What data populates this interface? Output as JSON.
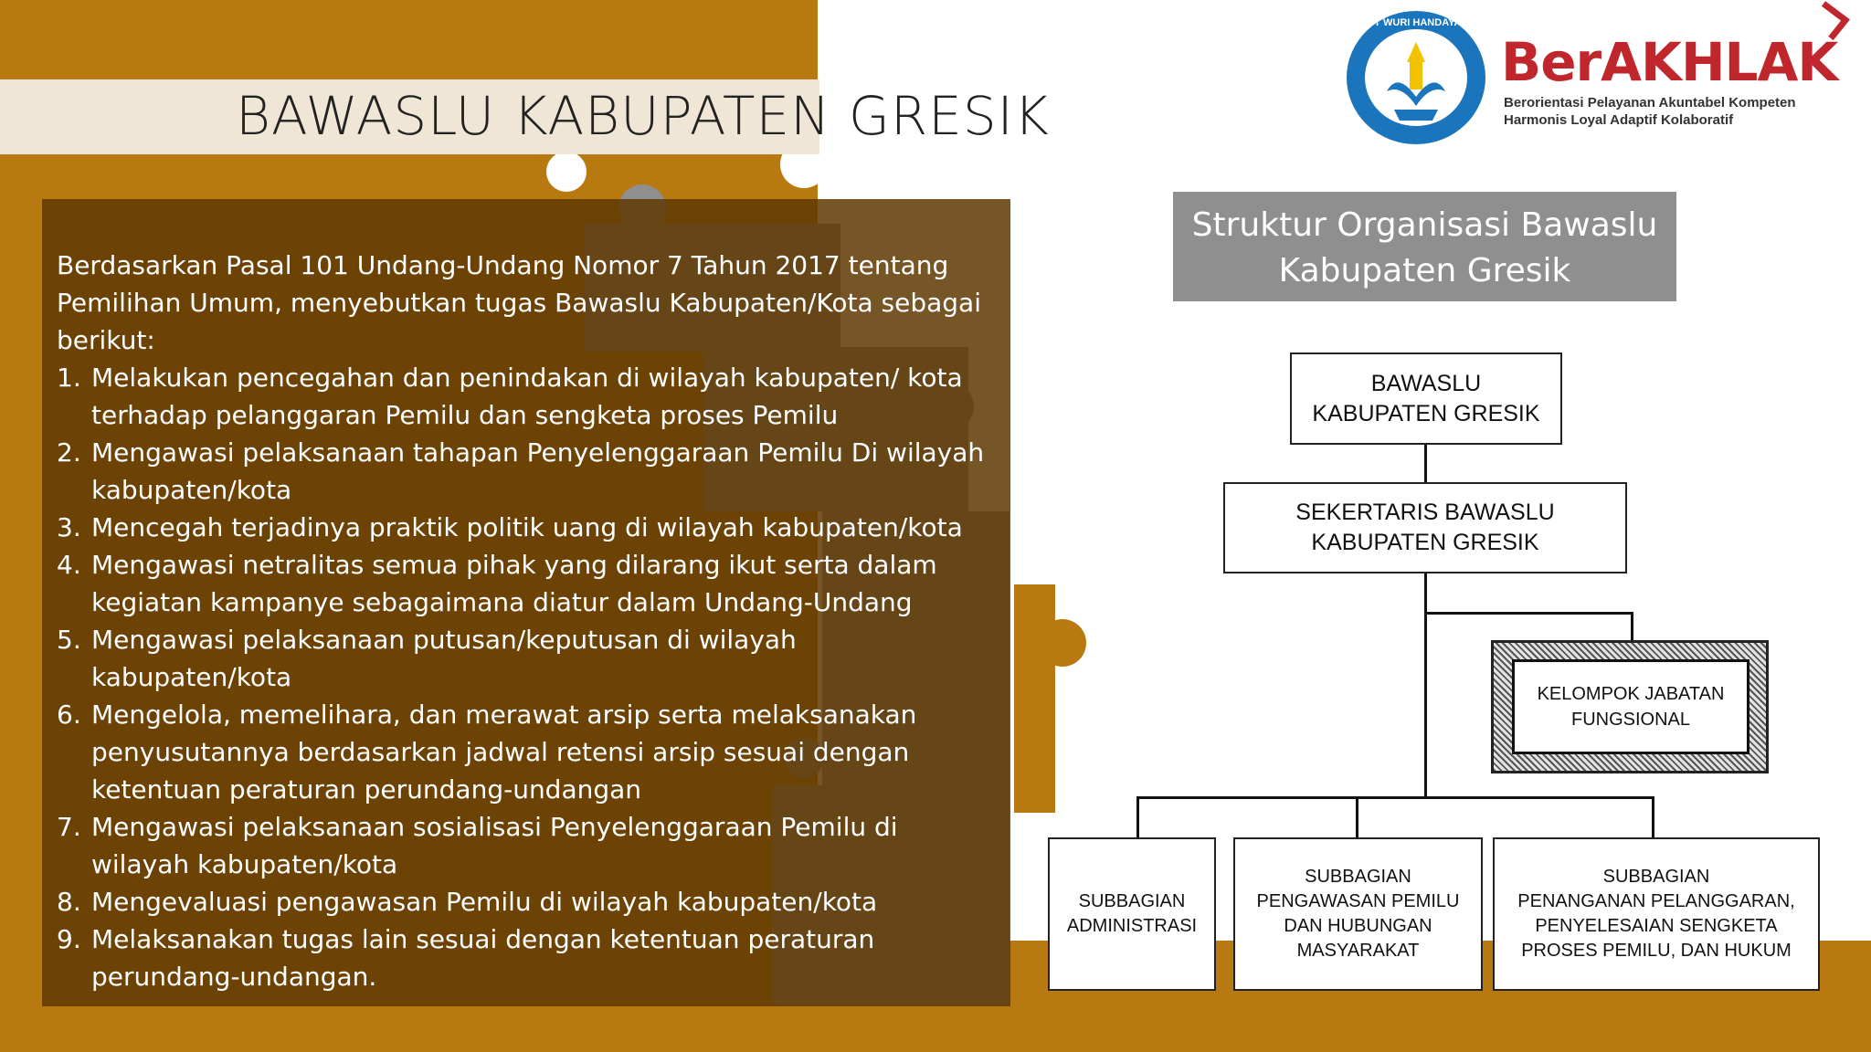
{
  "header": {
    "title": "BAWASLU KABUPATEN GRESIK"
  },
  "logo": {
    "emblem_icon": "tut-wuri-handayani-emblem",
    "emblem_text": "TUT WURI HANDAYANI",
    "brand": "BerAKHLAK",
    "tagline": "Berorientasi Pelayanan Akuntabel Kompeten\nHarmonis Loyal Adaptif Kolaboratif"
  },
  "main_text": {
    "intro": "Berdasarkan Pasal 101 Undang-Undang Nomor 7 Tahun 2017 tentang Pemilihan Umum, menyebutkan tugas Bawaslu Kabupaten/Kota sebagai berikut:",
    "items": [
      {
        "num": "1.",
        "text": "Melakukan pencegahan dan penindakan di wilayah kabupaten/ kota terhadap pelanggaran Pemilu dan sengketa proses Pemilu"
      },
      {
        "num": "2.",
        "text": "Mengawasi pelaksanaan tahapan Penyelenggaraan Pemilu Di wilayah kabupaten/kota"
      },
      {
        "num": "3.",
        "text": "Mencegah terjadinya praktik politik uang di wilayah kabupaten/kota"
      },
      {
        "num": "4.",
        "text": "Mengawasi netralitas semua pihak yang dilarang ikut serta dalam kegiatan kampanye sebagaimana diatur dalam Undang-Undang"
      },
      {
        "num": "5.",
        "text": "Mengawasi pelaksanaan putusan/keputusan di wilayah kabupaten/kota"
      },
      {
        "num": "6.",
        "text": "Mengelola, memelihara, dan merawat arsip serta melaksanakan penyusutannya berdasarkan jadwal retensi arsip sesuai dengan ketentuan peraturan perundang-undangan"
      },
      {
        "num": "7.",
        "text": "Mengawasi pelaksanaan sosialisasi Penyelenggaraan Pemilu di wilayah kabupaten/kota"
      },
      {
        "num": "8.",
        "text": "Mengevaluasi pengawasan Pemilu di wilayah kabupaten/kota"
      },
      {
        "num": "9.",
        "text": "Melaksanakan tugas lain sesuai dengan ketentuan peraturan perundang-undangan."
      }
    ]
  },
  "org_chart": {
    "title": "Struktur Organisasi Bawaslu Kabupaten Gresik",
    "head": "BAWASLU\nKABUPATEN GRESIK",
    "secretary": "SEKERTARIS BAWASLU\nKABUPATEN GRESIK",
    "functional": "KELOMPOK JABATAN\nFUNGSIONAL",
    "subunits": [
      "SUBBAGIAN\nADMINISTRASI",
      "SUBBAGIAN\nPENGAWASAN PEMILU\nDAN HUBUNGAN\nMASYARAKAT",
      "SUBBAGIAN\nPENANGANAN PELANGGARAN,\nPENYELESAIAN SENGKETA\nPROSES PEMILU, DAN HUKUM"
    ]
  },
  "colors": {
    "puzzle_orange": "#b87910",
    "panel_brown": "#5f3903",
    "puzzle_grey": "#8f8f8f",
    "title_band": "#efe6d6",
    "brand_red": "#c0272d",
    "emblem_blue": "#1b75bc"
  }
}
